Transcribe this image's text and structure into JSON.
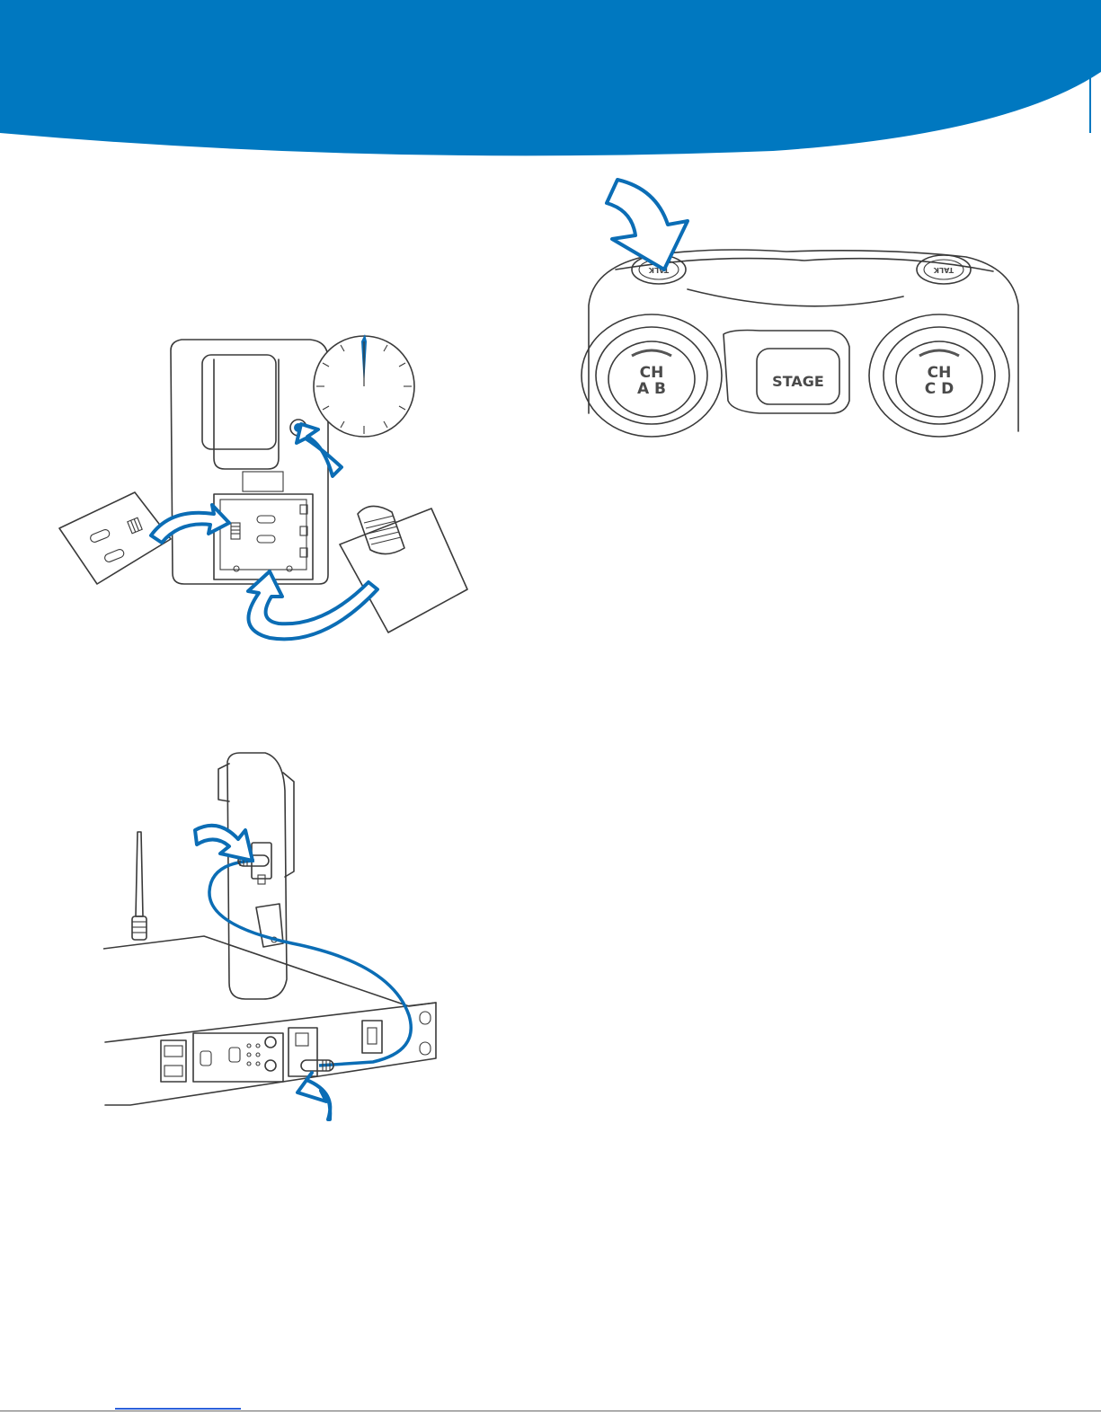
{
  "colors": {
    "banner": "#0078c0",
    "accent_arrow": "#0b6db5",
    "line_art": "#3a3a3a",
    "link_underline": "#2b5fd9"
  },
  "figures": {
    "battery_install": {
      "icons": [
        "belt-clip",
        "battery-pack",
        "battery-door",
        "dial-clock",
        "blue-curved-arrow"
      ]
    },
    "talk_buttons": {
      "talk_left": "TALK",
      "talk_right": "TALK",
      "knob_left_line1": "CH",
      "knob_left_line2": "A B",
      "stage_button": "STAGE",
      "knob_right_line1": "CH",
      "knob_right_line2": "C D"
    },
    "cable_connection": {
      "icons": [
        "beltpack",
        "antenna",
        "rack-base-station",
        "cable",
        "blue-curved-arrow"
      ]
    }
  }
}
